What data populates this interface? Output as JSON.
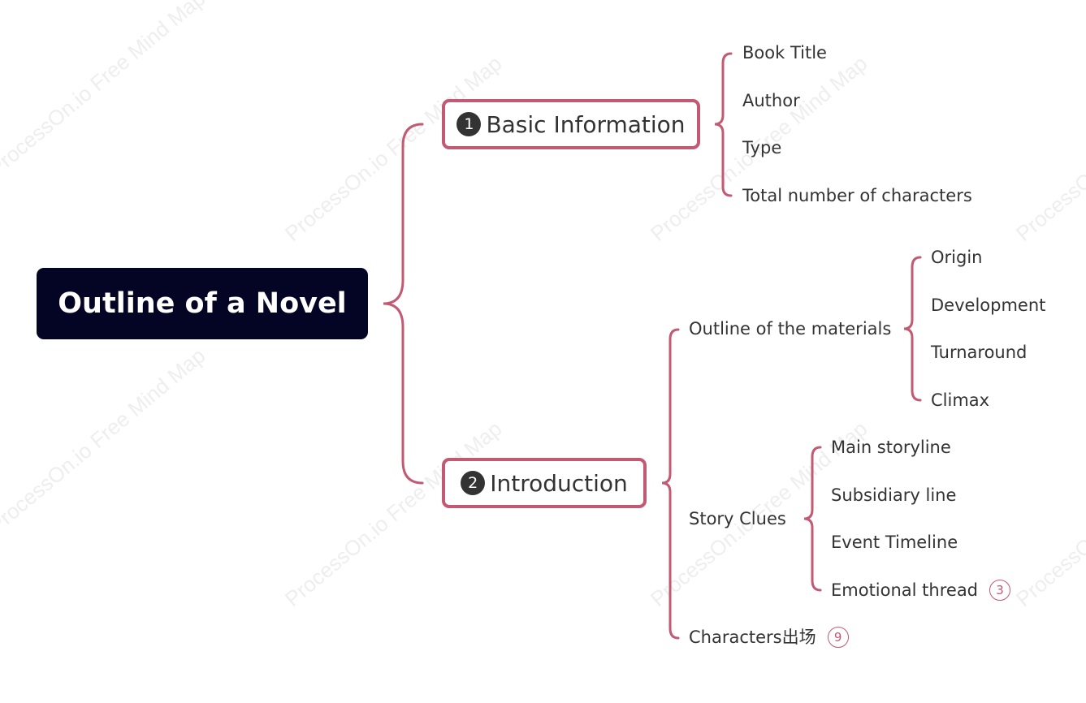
{
  "watermark_text": "ProcessOn.io Free Mind Map",
  "colors": {
    "accent": "#c15a72",
    "root_bg": "#040424",
    "text": "#333333"
  },
  "root": {
    "label": "Outline of a Novel"
  },
  "basic_info": {
    "number": "1",
    "label": "Basic Information",
    "children": [
      "Book Title",
      "Author",
      "Type",
      "Total number of characters"
    ]
  },
  "introduction": {
    "number": "2",
    "label": "Introduction",
    "materials": {
      "label": "Outline of the materials",
      "children": [
        "Origin",
        "Development",
        "Turnaround",
        "Climax"
      ]
    },
    "story_clues": {
      "label": "Story Clues",
      "children": [
        "Main storyline",
        "Subsidiary line",
        "Event Timeline",
        "Emotional thread"
      ],
      "emotional_thread_count": "3"
    },
    "characters": {
      "label": "Characters出场",
      "count": "9"
    }
  }
}
